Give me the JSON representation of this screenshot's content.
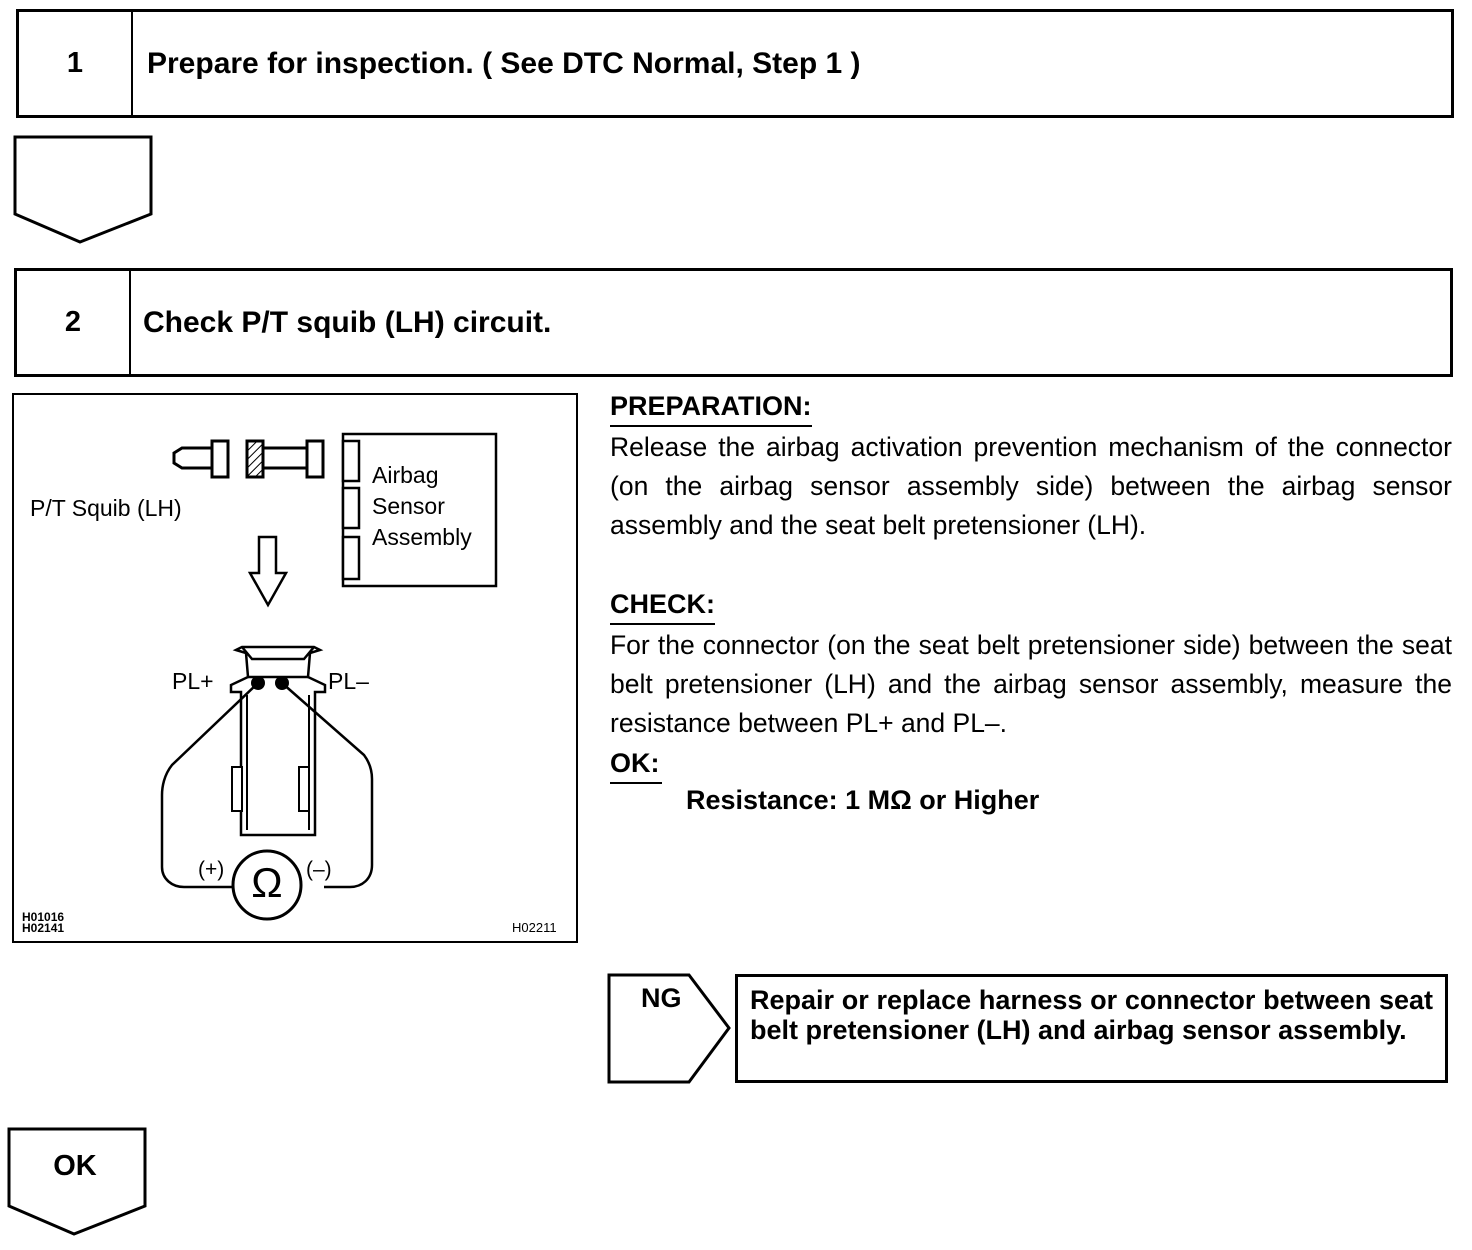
{
  "step1": {
    "number": "1",
    "title": "Prepare for inspection. ( See DTC Normal, Step 1 )"
  },
  "step2": {
    "number": "2",
    "title": "Check P/T squib (LH) circuit."
  },
  "figure": {
    "label_squib": "P/T Squib (LH)",
    "label_sensor_line1": "Airbag",
    "label_sensor_line2": "Sensor",
    "label_sensor_line3": "Assembly",
    "label_pl_plus": "PL+",
    "label_pl_minus": "PL–",
    "label_meter_plus": "(+)",
    "label_meter_minus": "(–)",
    "meter_symbol": "Ω",
    "ref_left_line1": "H01016",
    "ref_left_line2": "H02141",
    "ref_right": "H02211"
  },
  "preparation": {
    "heading": "PREPARATION:",
    "text": "Release the airbag activation prevention mechanism of the connector (on the airbag sensor assembly side) between the airbag sensor assembly and the seat belt pretensioner (LH)."
  },
  "check": {
    "heading": "CHECK:",
    "text": "For the connector (on the seat belt pretensioner side) between the seat belt pretensioner (LH) and the airbag sensor assembly, measure the resistance between PL+ and PL–."
  },
  "ok": {
    "heading": "OK:",
    "spec": "Resistance: 1 MΩ or Higher"
  },
  "ng": {
    "label": "NG",
    "action": "Repair or replace harness or connector between seat belt pretensioner (LH) and airbag sensor assembly."
  },
  "result_ok": {
    "label": "OK"
  }
}
